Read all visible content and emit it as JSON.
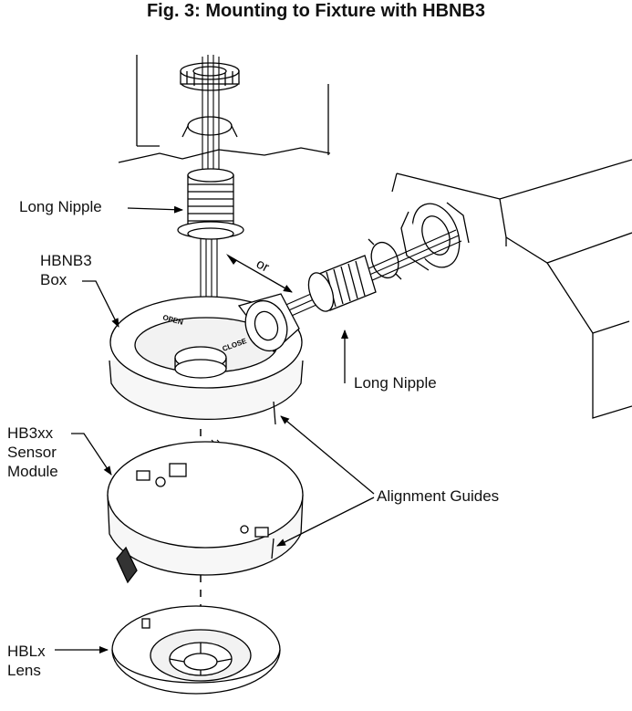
{
  "title": "Fig. 3: Mounting to Fixture with HBNB3",
  "labels": {
    "long_nipple_top": "Long Nipple",
    "hbnb3_box": "HBNB3\nBox",
    "long_nipple_side": "Long Nipple",
    "hb3xx_sensor_module": "HB3xx\nSensor\nModule",
    "alignment_guides": "Alignment Guides",
    "hblx_lens": "HBLx\nLens"
  },
  "part_markings": {
    "or": "or",
    "open": "OPEN",
    "close": "CLOSE"
  }
}
